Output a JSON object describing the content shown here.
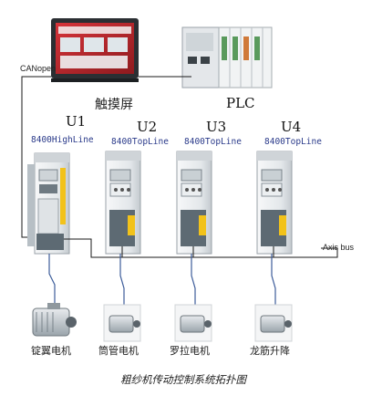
{
  "labels": {
    "canopen": "CANopen",
    "touchscreen": "触摸屏",
    "plc": "PLC",
    "axis_bus": "Axis bus"
  },
  "drives": [
    {
      "id": "U1",
      "model": "8400HighLine",
      "motor": "锭翼电机"
    },
    {
      "id": "U2",
      "model": "8400TopLine",
      "motor": "筒管电机"
    },
    {
      "id": "U3",
      "model": "8400TopLine",
      "motor": "罗拉电机"
    },
    {
      "id": "U4",
      "model": "8400TopLine",
      "motor": "龙筋升降"
    }
  ],
  "caption": "粗纱机传动控制系统拓扑图",
  "colors": {
    "wire": "#1a1a1a",
    "accent_yellow": "#f2c21a",
    "drive_body": "#e9ecee",
    "drive_dark": "#5d6a73",
    "screen_red": "#c2262a",
    "model_text": "#2a3a8a"
  }
}
